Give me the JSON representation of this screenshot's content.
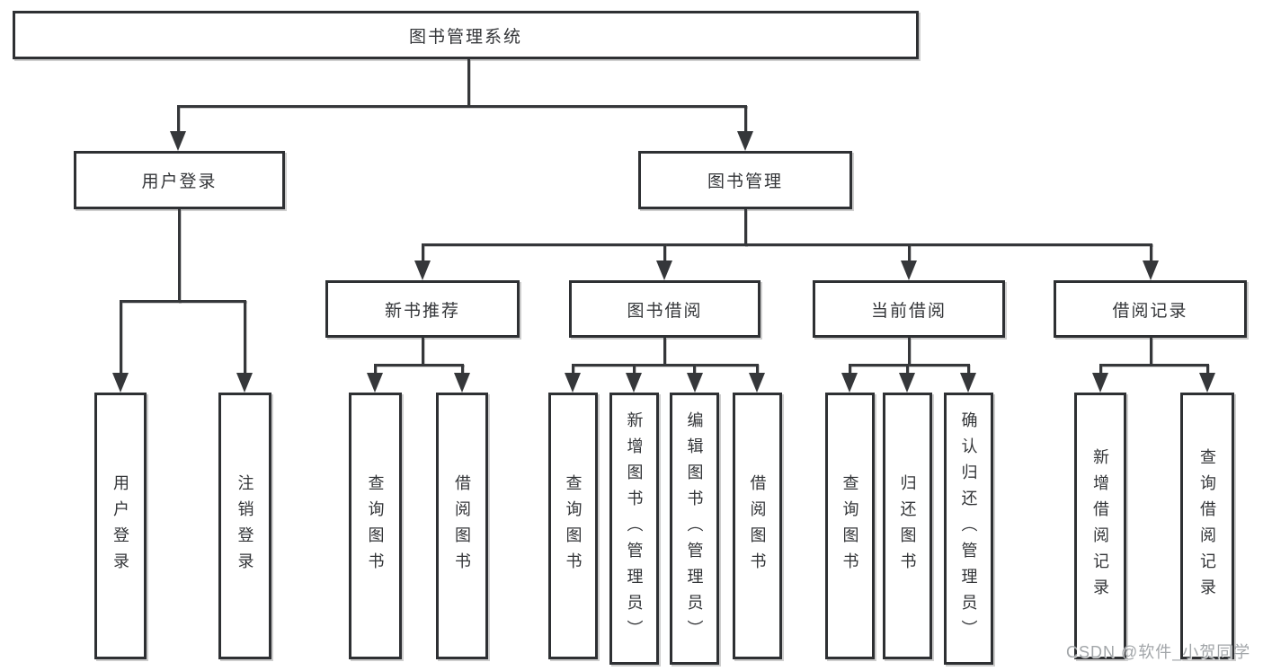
{
  "diagram": {
    "root": {
      "label": "图书管理系统",
      "children": [
        {
          "label": "用户登录",
          "children": [
            {
              "label": "用户登录"
            },
            {
              "label": "注销登录"
            }
          ]
        },
        {
          "label": "图书管理",
          "children": [
            {
              "label": "新书推荐",
              "children": [
                {
                  "label": "查询图书"
                },
                {
                  "label": "借阅图书"
                }
              ]
            },
            {
              "label": "图书借阅",
              "children": [
                {
                  "label": "查询图书"
                },
                {
                  "label": "新增图书（管理员）"
                },
                {
                  "label": "编辑图书（管理员）"
                },
                {
                  "label": "借阅图书"
                }
              ]
            },
            {
              "label": "当前借阅",
              "children": [
                {
                  "label": "查询图书"
                },
                {
                  "label": "归还图书"
                },
                {
                  "label": "确认归还（管理员）"
                }
              ]
            },
            {
              "label": "借阅记录",
              "children": [
                {
                  "label": "新增借阅记录"
                },
                {
                  "label": "查询借阅记录"
                }
              ]
            }
          ]
        }
      ]
    }
  },
  "watermark": {
    "text": "CSDN @软件_小贺同学"
  },
  "colors": {
    "line": "#35373a",
    "box_border": "#2e3033",
    "text": "#333538",
    "background": "#ffffff",
    "watermark": "#a2a6a9"
  }
}
